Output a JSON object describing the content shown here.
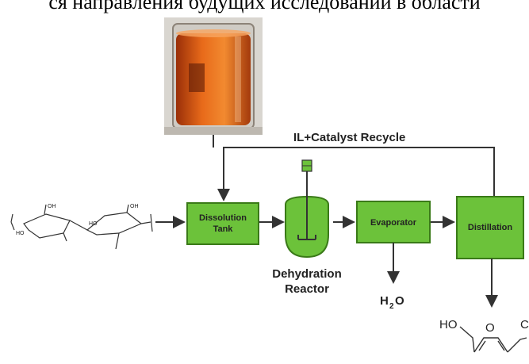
{
  "header_text": "ся направления будущих исследований в области",
  "recycle_label": "IL+Catalyst Recycle",
  "nodes": {
    "dissolution_tank": {
      "line1": "Dissolution",
      "line2": "Tank"
    },
    "reactor": {
      "line1": "Dehydration",
      "line2": "Reactor"
    },
    "evaporator": {
      "label": "Evaporator"
    },
    "distillation": {
      "label": "Distillation"
    }
  },
  "water": {
    "main": "H",
    "sub": "2",
    "tail": "O"
  },
  "product_fragment": {
    "ho": "HO",
    "ring_o": "O",
    "right": "C"
  },
  "cellulose_labels": {
    "oh1": "OH",
    "oh2": "OH",
    "ho1": "HO",
    "ho2": "HO"
  },
  "colors": {
    "box_fill": "#6cc23a",
    "box_stroke": "#3a7a18",
    "line": "#333333",
    "liquid": "#e0661c"
  }
}
